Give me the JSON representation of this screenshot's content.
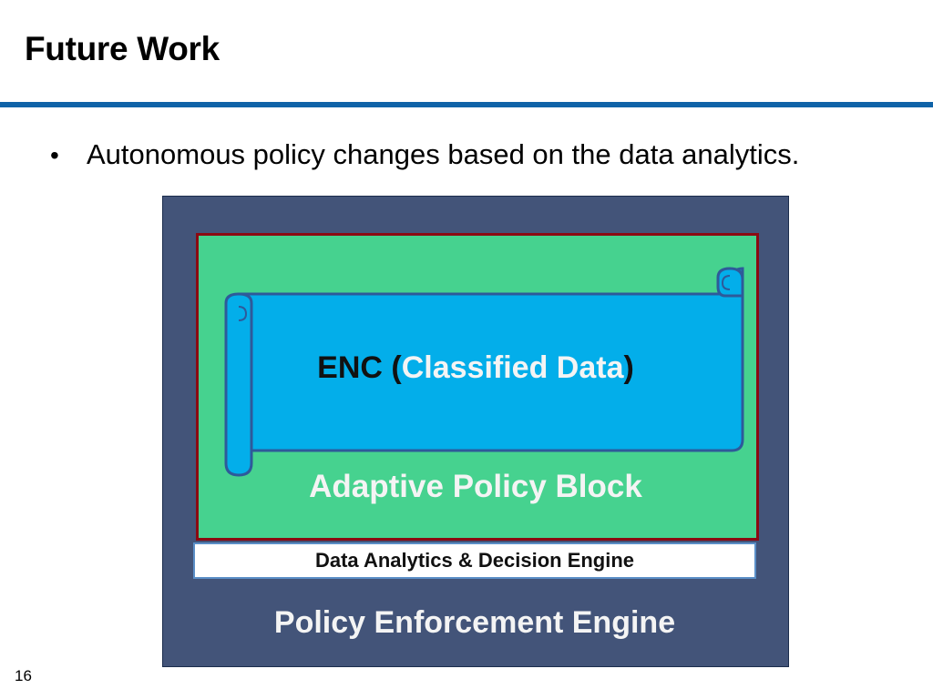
{
  "slide": {
    "title": "Future Work",
    "bullet_marker": "•",
    "bullet_text": "Autonomous policy changes based on the data analytics.",
    "page_number": "16"
  },
  "diagram": {
    "enc_label": "ENC",
    "enc_open_paren": "(",
    "enc_classified": "Classified Data",
    "enc_close_paren": ")",
    "adaptive_policy_label": "Adaptive Policy Block",
    "analytics_label": "Data Analytics & Decision Engine",
    "enforcement_label": "Policy Enforcement Engine"
  },
  "colors": {
    "title_rule": "#0f63a8",
    "outer_box": "#435479",
    "policy_block_fill": "#46d28f",
    "policy_block_border": "#8b0a12",
    "scroll_fill": "#03aeea",
    "scroll_outline": "#2e5a9a",
    "light_text": "#f4f4f4"
  }
}
